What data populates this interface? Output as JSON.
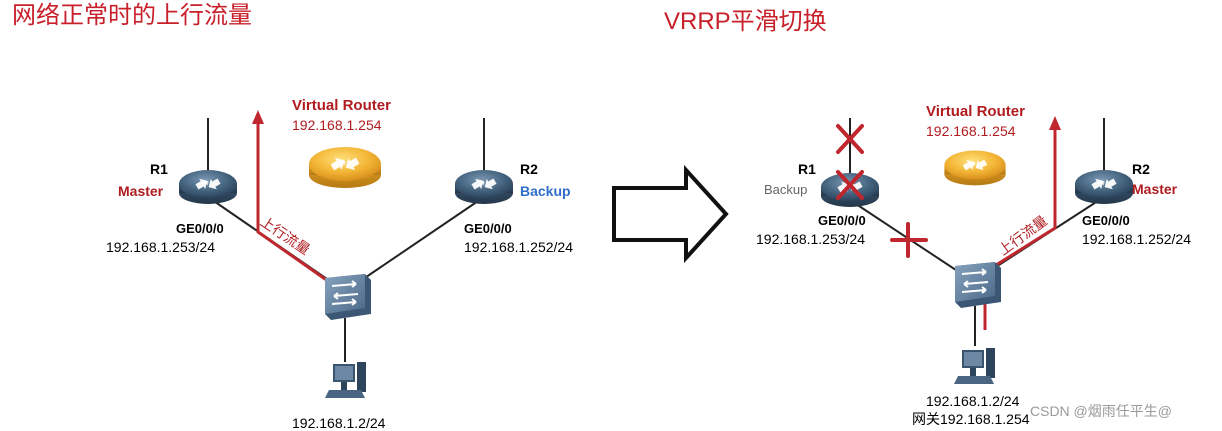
{
  "left": {
    "title": "网络正常时的上行流量",
    "virtual_router": {
      "label": "Virtual Router",
      "ip": "192.168.1.254"
    },
    "r1": {
      "name": "R1",
      "role": "Master",
      "iface": "GE0/0/0",
      "ip": "192.168.1.253/24"
    },
    "r2": {
      "name": "R2",
      "role": "Backup",
      "iface": "GE0/0/0",
      "ip": "192.168.1.252/24"
    },
    "flow_label": "上行流量",
    "host_ip": "192.168.1.2/24"
  },
  "right": {
    "title": "VRRP平滑切换",
    "virtual_router": {
      "label": "Virtual Router",
      "ip": "192.168.1.254"
    },
    "r1": {
      "name": "R1",
      "role": "Backup",
      "iface": "GE0/0/0",
      "ip": "192.168.1.253/24"
    },
    "r2": {
      "name": "R2",
      "role": "Master",
      "iface": "GE0/0/0",
      "ip": "192.168.1.252/24"
    },
    "flow_label": "上行流量",
    "host_ip": "192.168.1.2/24",
    "gateway": "网关192.168.1.254"
  },
  "watermark": "CSDN @烟雨任平生@",
  "colors": {
    "title": "#c8202a",
    "accent_red": "#b01c20",
    "router_blue": "#3f5e7d",
    "virtual_router_gold": "#f2b532",
    "backup_blue": "#2f6fc9"
  },
  "icons": [
    "router-icon",
    "virtual-router-icon",
    "switch-icon",
    "pc-icon",
    "arrow-right-icon",
    "failure-x-icon"
  ]
}
